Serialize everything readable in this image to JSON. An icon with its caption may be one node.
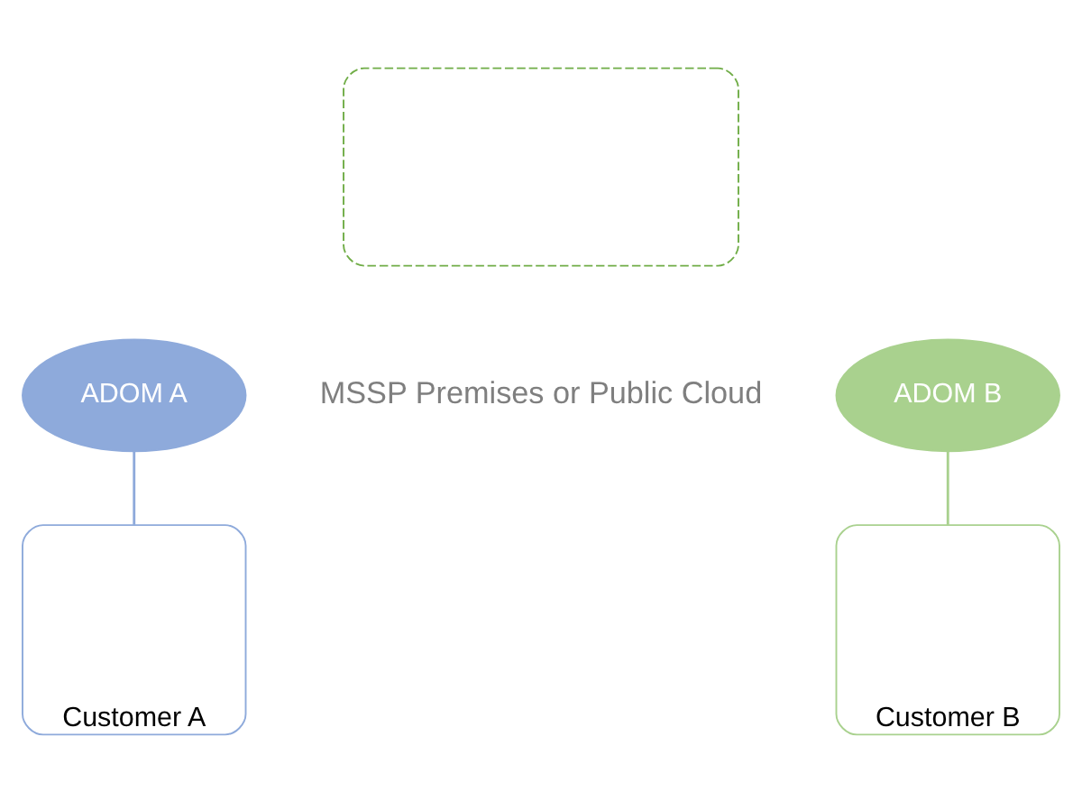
{
  "diagram": {
    "nodes": [
      {
        "text": [],
        "shape": "box"
      },
      {
        "text": [
          "ADOM A"
        ]
      },
      {
        "text": [
          "ADOM B"
        ]
      },
      {
        "text": [
          "Customer A"
        ]
      },
      {
        "text": [
          "Customer B"
        ]
      }
    ],
    "edges": [
      {
        "from": 1,
        "to": 3,
        "arrow": "none",
        "color": "#8eaadb"
      },
      {
        "from": 2,
        "to": 4,
        "arrow": "none",
        "color": "#a9d18e"
      }
    ],
    "labels": [
      "MSSP Premises or Public Cloud"
    ]
  }
}
